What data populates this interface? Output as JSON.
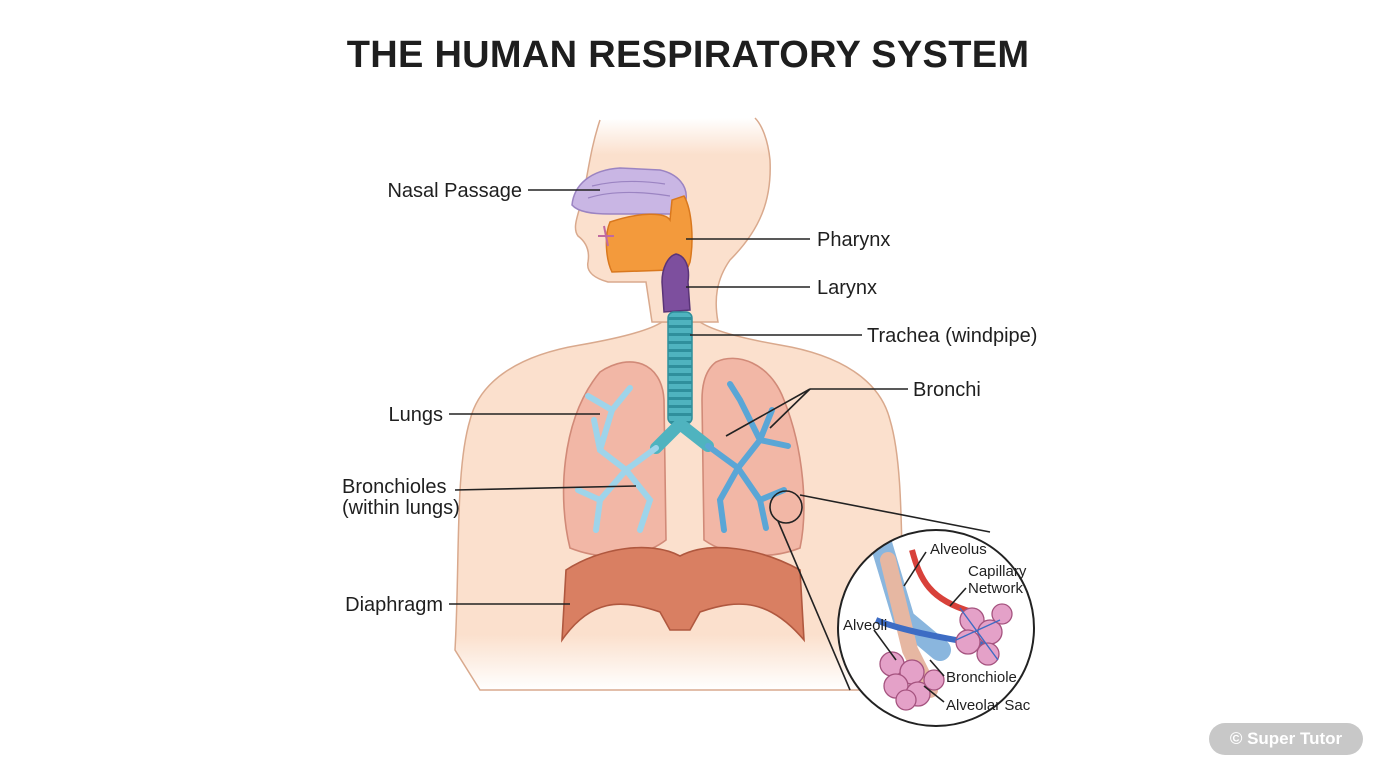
{
  "title": "THE HUMAN RESPIRATORY SYSTEM",
  "labels": {
    "nasal_passage": "Nasal Passage",
    "pharynx": "Pharynx",
    "larynx": "Larynx",
    "trachea": "Trachea (windpipe)",
    "bronchi": "Bronchi",
    "lungs": "Lungs",
    "bronchioles_line1": "Bronchioles",
    "bronchioles_line2": "(within lungs)",
    "diaphragm": "Diaphragm"
  },
  "inset_labels": {
    "alveolus": "Alveolus",
    "capillary_line1": "Capillary",
    "capillary_line2": "Network",
    "alveoli": "Alveoli",
    "bronchiole": "Bronchiole",
    "alveolar_sac": "Alveolar Sac"
  },
  "watermark": "© Super Tutor",
  "colors": {
    "skin": "#fbe0cd",
    "skin_outline": "#d9a98d",
    "nasal": "#c9b6e4",
    "pharynx": "#f39a3c",
    "larynx": "#7d4f9e",
    "trachea": "#4fb3bf",
    "lung": "#f2b7a6",
    "bronchi_blue": "#5aa6d6",
    "diaphragm": "#d97f62",
    "vein": "#3d6cc4",
    "artery": "#d8413a",
    "alveoli": "#e4a1c8"
  }
}
